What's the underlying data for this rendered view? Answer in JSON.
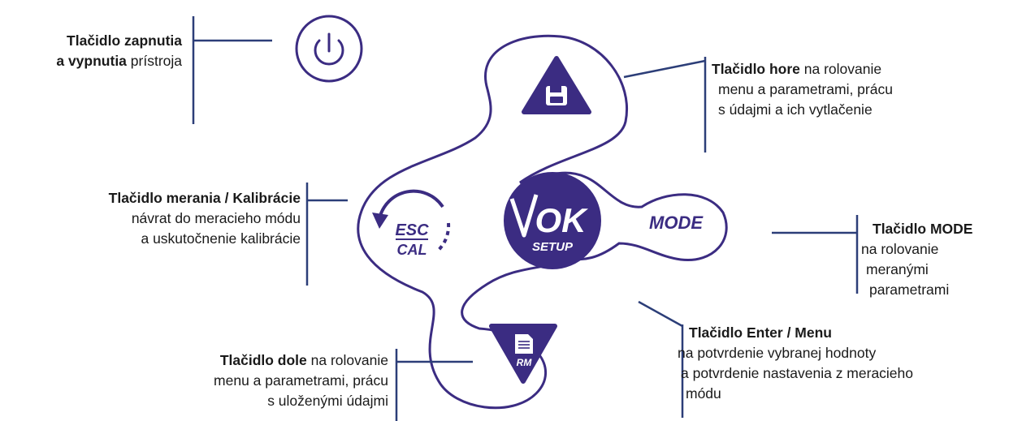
{
  "labels": {
    "power": {
      "bold1": "Tlačidlo zapnutia",
      "bold2": "a vypnutia",
      "rest2": " prístroja"
    },
    "up": {
      "bold1": "Tlačidlo hore",
      "rest1": " na rolovanie",
      "line2": "menu a parametrami, prácu",
      "line3": "s údajmi a ich vytlačenie"
    },
    "esc": {
      "bold1": "Tlačidlo merania / Kalibrácie",
      "line2": "návrat do meracieho módu",
      "line3": "a uskutočnenie kalibrácie"
    },
    "mode": {
      "bold1": "Tlačidlo MODE",
      "line2": "na rolovanie",
      "line3": "meranými",
      "line4": "parametrami"
    },
    "enter": {
      "bold1": "Tlačidlo Enter / Menu",
      "line2": "na potvrdenie vybranej hodnoty",
      "line3": " a potvrdenie nastavenia z meracieho",
      "line4": "módu"
    },
    "down": {
      "bold1": "Tlačidlo dole",
      "rest1": " na rolovanie",
      "line2": "menu a parametrami, prácu",
      "line3": "s uloženými údajmi"
    }
  },
  "keys": {
    "esc_top": "ESC",
    "esc_bottom": "CAL",
    "ok_main": "OK",
    "ok_sub": "SETUP",
    "mode": "MODE",
    "rm": "RM"
  },
  "colors": {
    "accent": "#3b2c82",
    "line": "#2c3e78"
  }
}
